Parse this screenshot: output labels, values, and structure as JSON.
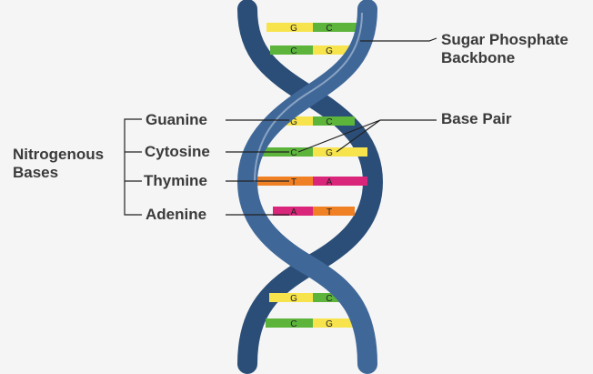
{
  "labels": {
    "backbone_line1": "Sugar Phosphate",
    "backbone_line2": "Backbone",
    "base_pair": "Base Pair",
    "group_line1": "Nitrogenous",
    "group_line2": "Bases",
    "guanine": "Guanine",
    "cytosine": "Cytosine",
    "thymine": "Thymine",
    "adenine": "Adenine"
  },
  "rungs": [
    {
      "left": "G",
      "right": "C",
      "left_color": "#f7e44c",
      "right_color": "#5cb43b"
    },
    {
      "left": "C",
      "right": "G",
      "left_color": "#5cb43b",
      "right_color": "#f7e44c"
    },
    {
      "left": "G",
      "right": "C",
      "left_color": "#f7e44c",
      "right_color": "#5cb43b"
    },
    {
      "left": "C",
      "right": "G",
      "left_color": "#5cb43b",
      "right_color": "#f7e44c"
    },
    {
      "left": "T",
      "right": "A",
      "left_color": "#f08024",
      "right_color": "#d9267a"
    },
    {
      "left": "A",
      "right": "T",
      "left_color": "#d9267a",
      "right_color": "#f08024"
    },
    {
      "left": "G",
      "right": "C",
      "left_color": "#f7e44c",
      "right_color": "#5cb43b"
    },
    {
      "left": "C",
      "right": "G",
      "left_color": "#5cb43b",
      "right_color": "#f7e44c"
    }
  ],
  "colors": {
    "backbone_front": "#3f6899",
    "backbone_back": "#2b4e78",
    "highlight": "#c9d4e3",
    "leader_line": "#222222",
    "text": "#3a3a3a"
  }
}
